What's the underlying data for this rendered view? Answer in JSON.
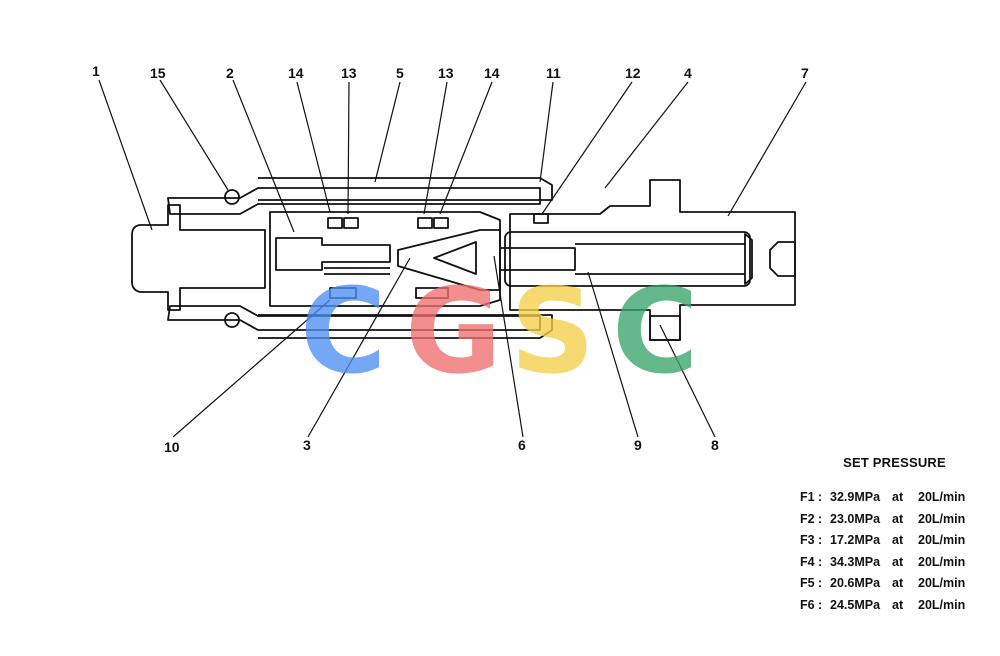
{
  "callouts": [
    "1",
    "15",
    "2",
    "14",
    "13",
    "5",
    "13",
    "14",
    "11",
    "12",
    "4",
    "7",
    "10",
    "3",
    "6",
    "9",
    "8"
  ],
  "watermark": {
    "letters": [
      "C",
      "G",
      "S",
      "C"
    ],
    "colors": [
      "#4f8ff5",
      "#ef6f6f",
      "#f6cf4a",
      "#3aa36c"
    ]
  },
  "set_pressure": {
    "title": "SET PRESSURE",
    "rows": [
      {
        "label": "F1 :",
        "value": "32.9MPa",
        "at": "at",
        "flow": "20L/min"
      },
      {
        "label": "F2 :",
        "value": "23.0MPa",
        "at": "at",
        "flow": "20L/min"
      },
      {
        "label": "F3 :",
        "value": "17.2MPa",
        "at": "at",
        "flow": "20L/min"
      },
      {
        "label": "F4 :",
        "value": "34.3MPa",
        "at": "at",
        "flow": "20L/min"
      },
      {
        "label": "F5 :",
        "value": "20.6MPa",
        "at": "at",
        "flow": "20L/min"
      },
      {
        "label": "F6 :",
        "value": "24.5MPa",
        "at": "at",
        "flow": "20L/min"
      }
    ]
  }
}
